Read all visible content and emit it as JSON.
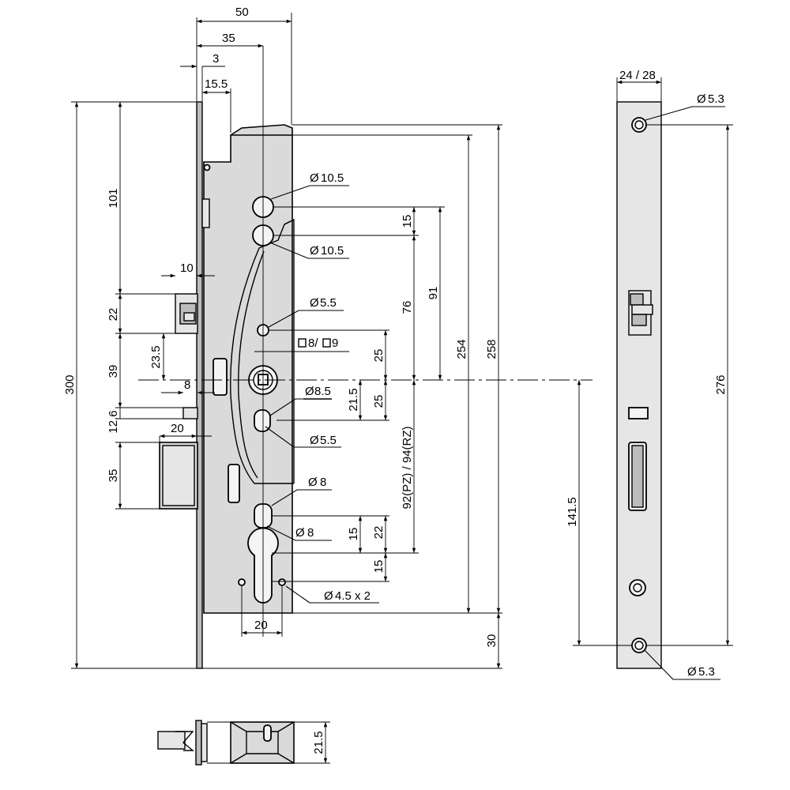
{
  "main_view": {
    "dims": {
      "w50": "50",
      "w35": "35",
      "w3": "3",
      "w15_5": "15.5",
      "h101": "101",
      "w10": "10",
      "h22": "22",
      "h23_5": "23.5",
      "h39": "39",
      "w8": "8",
      "h12_6": "12.6",
      "w20_latch": "20",
      "h35": "35",
      "h300": "300",
      "h254": "254",
      "h258": "258",
      "h15_top": "15",
      "h91": "91",
      "h76": "76",
      "h25_a": "25",
      "h21_5": "21.5",
      "h25_b": "25",
      "h92_94": "92(PZ) / 94(RZ)",
      "h22_low": "22",
      "h15_low_a": "15",
      "h15_low_b": "15",
      "w20_cyl": "20",
      "h30": "30"
    },
    "callouts": {
      "d10_5_a": "10.5",
      "d10_5_b": "10.5",
      "d5_5_a": "5.5",
      "spindle": "8/",
      "spindle2": "9",
      "d8_5": "8.5",
      "d5_5_b": "5.5",
      "d8_a": "8",
      "d8_b": "8",
      "d4_5": "4.5 x 2"
    }
  },
  "faceplate_view": {
    "width": "24 / 28",
    "hole_top": "5.3",
    "hole_bottom": "5.3",
    "h276": "276",
    "h141_5": "141.5"
  },
  "bottom_view": {
    "h21_5": "21.5"
  }
}
